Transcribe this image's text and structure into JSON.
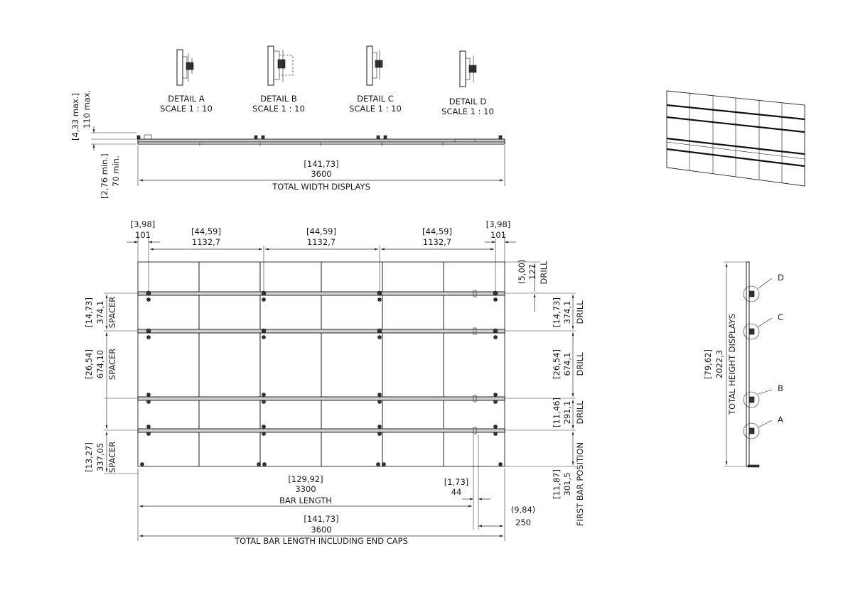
{
  "details": [
    {
      "name": "DETAIL A",
      "scale": "SCALE 1 : 10"
    },
    {
      "name": "DETAIL B",
      "scale": "SCALE 1 : 10"
    },
    {
      "name": "DETAIL C",
      "scale": "SCALE 1 : 10"
    },
    {
      "name": "DETAIL D",
      "scale": "SCALE 1 : 10"
    }
  ],
  "top_view": {
    "depth_max_in": "[4,33 max.]",
    "depth_max_mm": "110 max.",
    "depth_min_in": "[2,76 min.]",
    "depth_min_mm": "70 min.",
    "total_width_in": "[141,73]",
    "total_width_mm": "3600",
    "total_width_label": "TOTAL WIDTH DISPLAYS"
  },
  "front_view": {
    "edge_left_in": "[3,98]",
    "edge_left_mm": "101",
    "edge_right_in": "[3,98]",
    "edge_right_mm": "101",
    "pitch_1_in": "[44,59]",
    "pitch_1_mm": "1132,7",
    "pitch_2_in": "[44,59]",
    "pitch_2_mm": "1132,7",
    "pitch_3_in": "[44,59]",
    "pitch_3_mm": "1132,7",
    "drill_top_in": "(5,00)",
    "drill_top_mm": "127",
    "drill_top_label": "DRILL",
    "spacer_1_in": "[14,73]",
    "spacer_1_mm": "374,1",
    "spacer_1_label": "SPACER",
    "spacer_2_in": "[26,54]",
    "spacer_2_mm": "674,10",
    "spacer_2_label": "SPACER",
    "spacer_3_in": "[13,27]",
    "spacer_3_mm": "337,05",
    "spacer_3_label": "SPACER",
    "drill_1_in": "[14,73]",
    "drill_1_mm": "374,1",
    "drill_1_label": "DRILL",
    "drill_2_in": "[26,54]",
    "drill_2_mm": "674,1",
    "drill_2_label": "DRILL",
    "drill_3_in": "[11,46]",
    "drill_3_mm": "291,1",
    "drill_3_label": "DRILL",
    "first_bar_in": "[11,87]",
    "first_bar_mm": "301,5",
    "first_bar_label": "FIRST BAR POSITION",
    "bar_length_in": "[129,92]",
    "bar_length_mm": "3300",
    "bar_length_label": "BAR LENGTH",
    "end_cap_in": "[1,73]",
    "end_cap_mm": "44",
    "overhang_in": "(9,84)",
    "overhang_mm": "250",
    "total_bar_in": "[141,73]",
    "total_bar_mm": "3600",
    "total_bar_label": "TOTAL BAR LENGTH INCLUDING END CAPS"
  },
  "side_view": {
    "height_in": "[79,62]",
    "height_mm": "2022,3",
    "height_label": "TOTAL HEIGHT DISPLAYS",
    "callouts": [
      "D",
      "C",
      "B",
      "A"
    ]
  }
}
